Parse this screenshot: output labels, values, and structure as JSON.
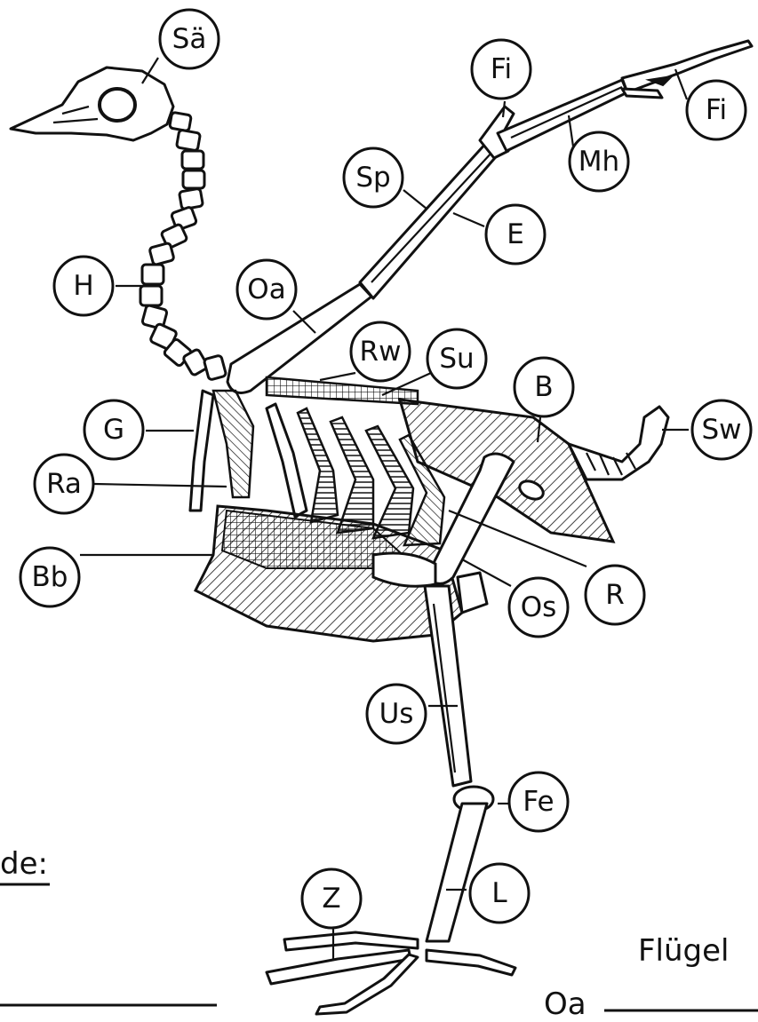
{
  "labels": {
    "Sa": "Sä",
    "Fi1": "Fi",
    "Fi2": "Fi",
    "Mh": "Mh",
    "Sp": "Sp",
    "E": "E",
    "H": "H",
    "Oa": "Oa",
    "Rw": "Rw",
    "Su": "Su",
    "B": "B",
    "G": "G",
    "Sw": "Sw",
    "Ra": "Ra",
    "Bb": "Bb",
    "Os": "Os",
    "R": "R",
    "Us": "Us",
    "Fe": "Fe",
    "Z": "Z",
    "L": "L"
  },
  "side": {
    "legend_fragment": "de:",
    "wing_heading": "Flügel",
    "wing_first_item": "Oa"
  }
}
